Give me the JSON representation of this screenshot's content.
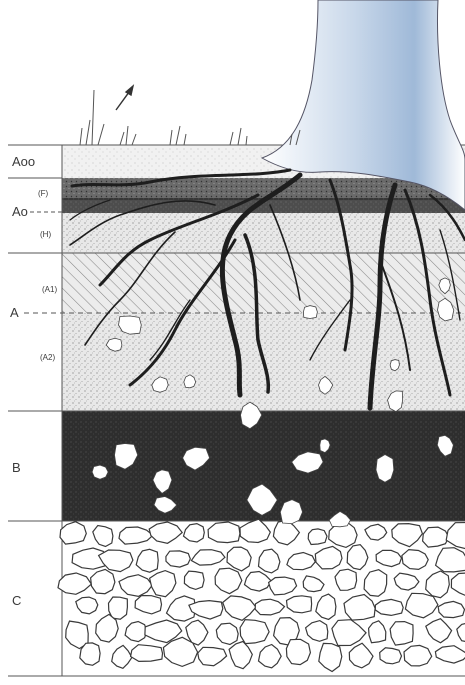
{
  "diagram": {
    "horizon_labels": {
      "aoo": "Aoo",
      "ao": "Ao",
      "a": "A",
      "b": "B",
      "c": "C"
    },
    "subhorizon_labels": {
      "f": "(F)",
      "h": "(H)",
      "a1": "(A1)",
      "a2": "(A2)"
    },
    "colors": {
      "paper": "#ffffff",
      "line": "#555555",
      "dark_layer": "#2b2b2b",
      "speckle_layer": "#d9d9d9",
      "tree": "#eef3fa",
      "tree_shade": "#9cb6d6",
      "stone_fill": "#ffffff",
      "stone_stroke": "#3a3a3a"
    },
    "icons": [
      "tree-trunk",
      "roots",
      "grass",
      "arrow"
    ]
  }
}
